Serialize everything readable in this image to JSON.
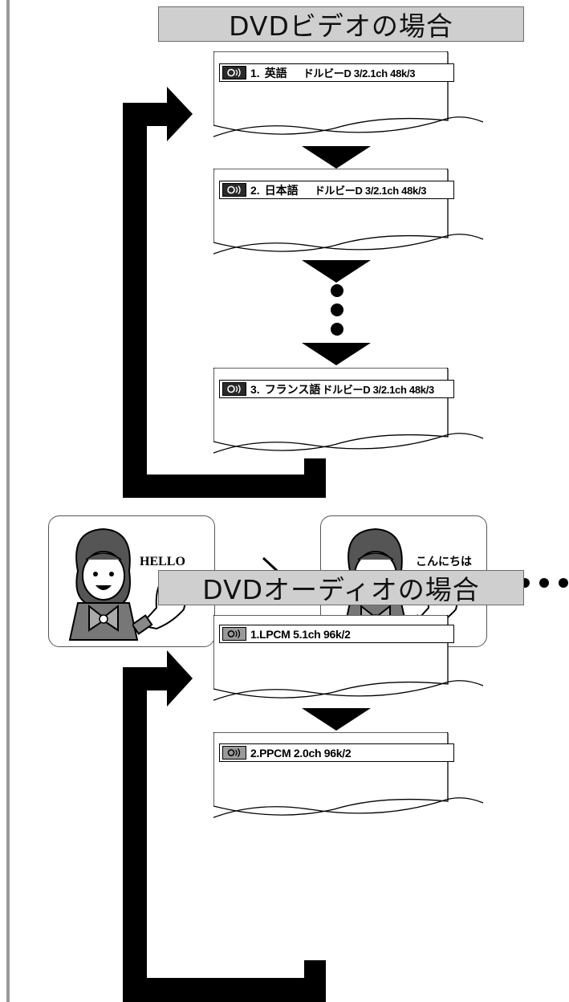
{
  "video_section": {
    "title": "DVDビデオの場合",
    "screens": [
      {
        "number": "1.",
        "language": "英語",
        "format": "ドルビーD 3/2.1ch 48k/3",
        "icon": "audio-speaker-icon"
      },
      {
        "number": "2.",
        "language": "日本語",
        "format": "ドルビーD 3/2.1ch 48k/3",
        "icon": "audio-speaker-icon"
      },
      {
        "number": "3.",
        "language": "フランス語",
        "format": "ドルビーD 3/2.1ch 48k/3",
        "icon": "audio-speaker-icon"
      }
    ]
  },
  "illustration": {
    "left_speech": "HELLO",
    "right_speech": "こんにちは"
  },
  "audio_section": {
    "title": "DVDオーディオの場合",
    "screens": [
      {
        "label": "1.LPCM 5.1ch 96k/2",
        "icon": "disc-audio-icon"
      },
      {
        "label": "2.PPCM 2.0ch 96k/2",
        "icon": "disc-audio-icon"
      }
    ]
  },
  "colors": {
    "header_bg": "#cfcfcf",
    "left_rule": "#999999",
    "arrow": "#000000"
  }
}
